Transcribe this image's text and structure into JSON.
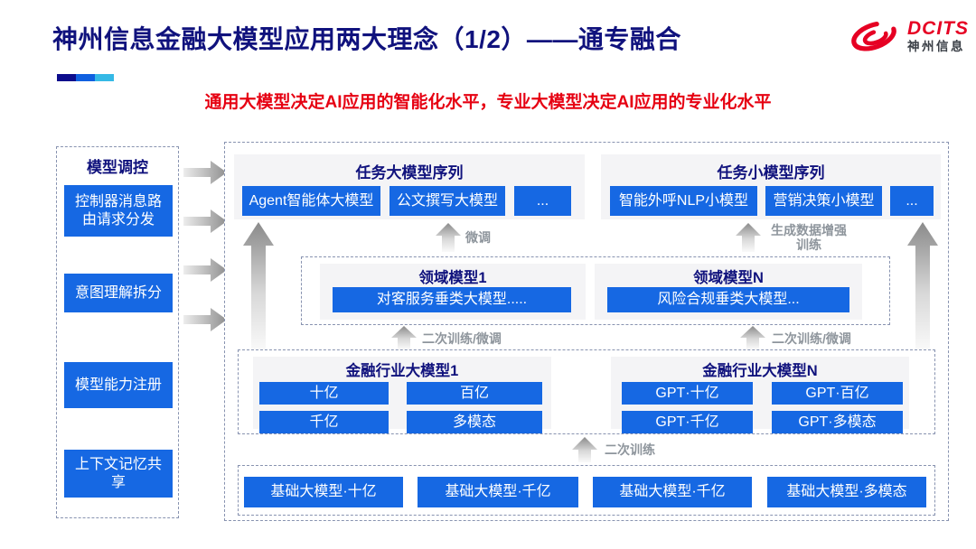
{
  "colors": {
    "title_navy": "#10127d",
    "accent_blue": "#1668e3",
    "accent_red": "#e60012",
    "label_gray": "#8e959c",
    "panel_gray": "#f4f4f6"
  },
  "header": {
    "title": "神州信息金融大模型应用两大理念（1/2）——通专融合",
    "logo_brand": "DCITS",
    "logo_brand_cn": "神州信息"
  },
  "subtitle": "通用大模型决定AI应用的智能化水平，专业大模型决定AI应用的专业化水平",
  "sidebar": {
    "title": "模型调控",
    "items": [
      "控制器消息路由请求分发",
      "意图理解拆分",
      "模型能力注册",
      "上下文记忆共享"
    ]
  },
  "task_large": {
    "title": "任务大模型序列",
    "items": [
      "Agent智能体大模型",
      "公文撰写大模型",
      "..."
    ]
  },
  "task_small": {
    "title": "任务小模型序列",
    "items": [
      "智能外呼NLP小模型",
      "营销决策小模型",
      "..."
    ]
  },
  "labels": {
    "finetune": "微调",
    "gen_data_line1": "生成数据增强",
    "gen_data_line2": "训练",
    "secondary_finetune_left": "二次训练/微调",
    "secondary_finetune_right": "二次训练/微调",
    "secondary_training": "二次训练"
  },
  "domain": {
    "p1_title": "领域模型1",
    "p1_item": "对客服务垂类大模型.....",
    "pn_title": "领域模型N",
    "pn_item": "风险合规垂类大模型..."
  },
  "industry": {
    "p1_title": "金融行业大模型1",
    "p1_items": [
      "十亿",
      "百亿",
      "千亿",
      "多模态"
    ],
    "pn_title": "金融行业大模型N",
    "pn_items": [
      "GPT·十亿",
      "GPT·百亿",
      "GPT·千亿",
      "GPT·多模态"
    ]
  },
  "base": {
    "items": [
      "基础大模型·十亿",
      "基础大模型·千亿",
      "基础大模型·千亿",
      "基础大模型·多模态"
    ]
  }
}
